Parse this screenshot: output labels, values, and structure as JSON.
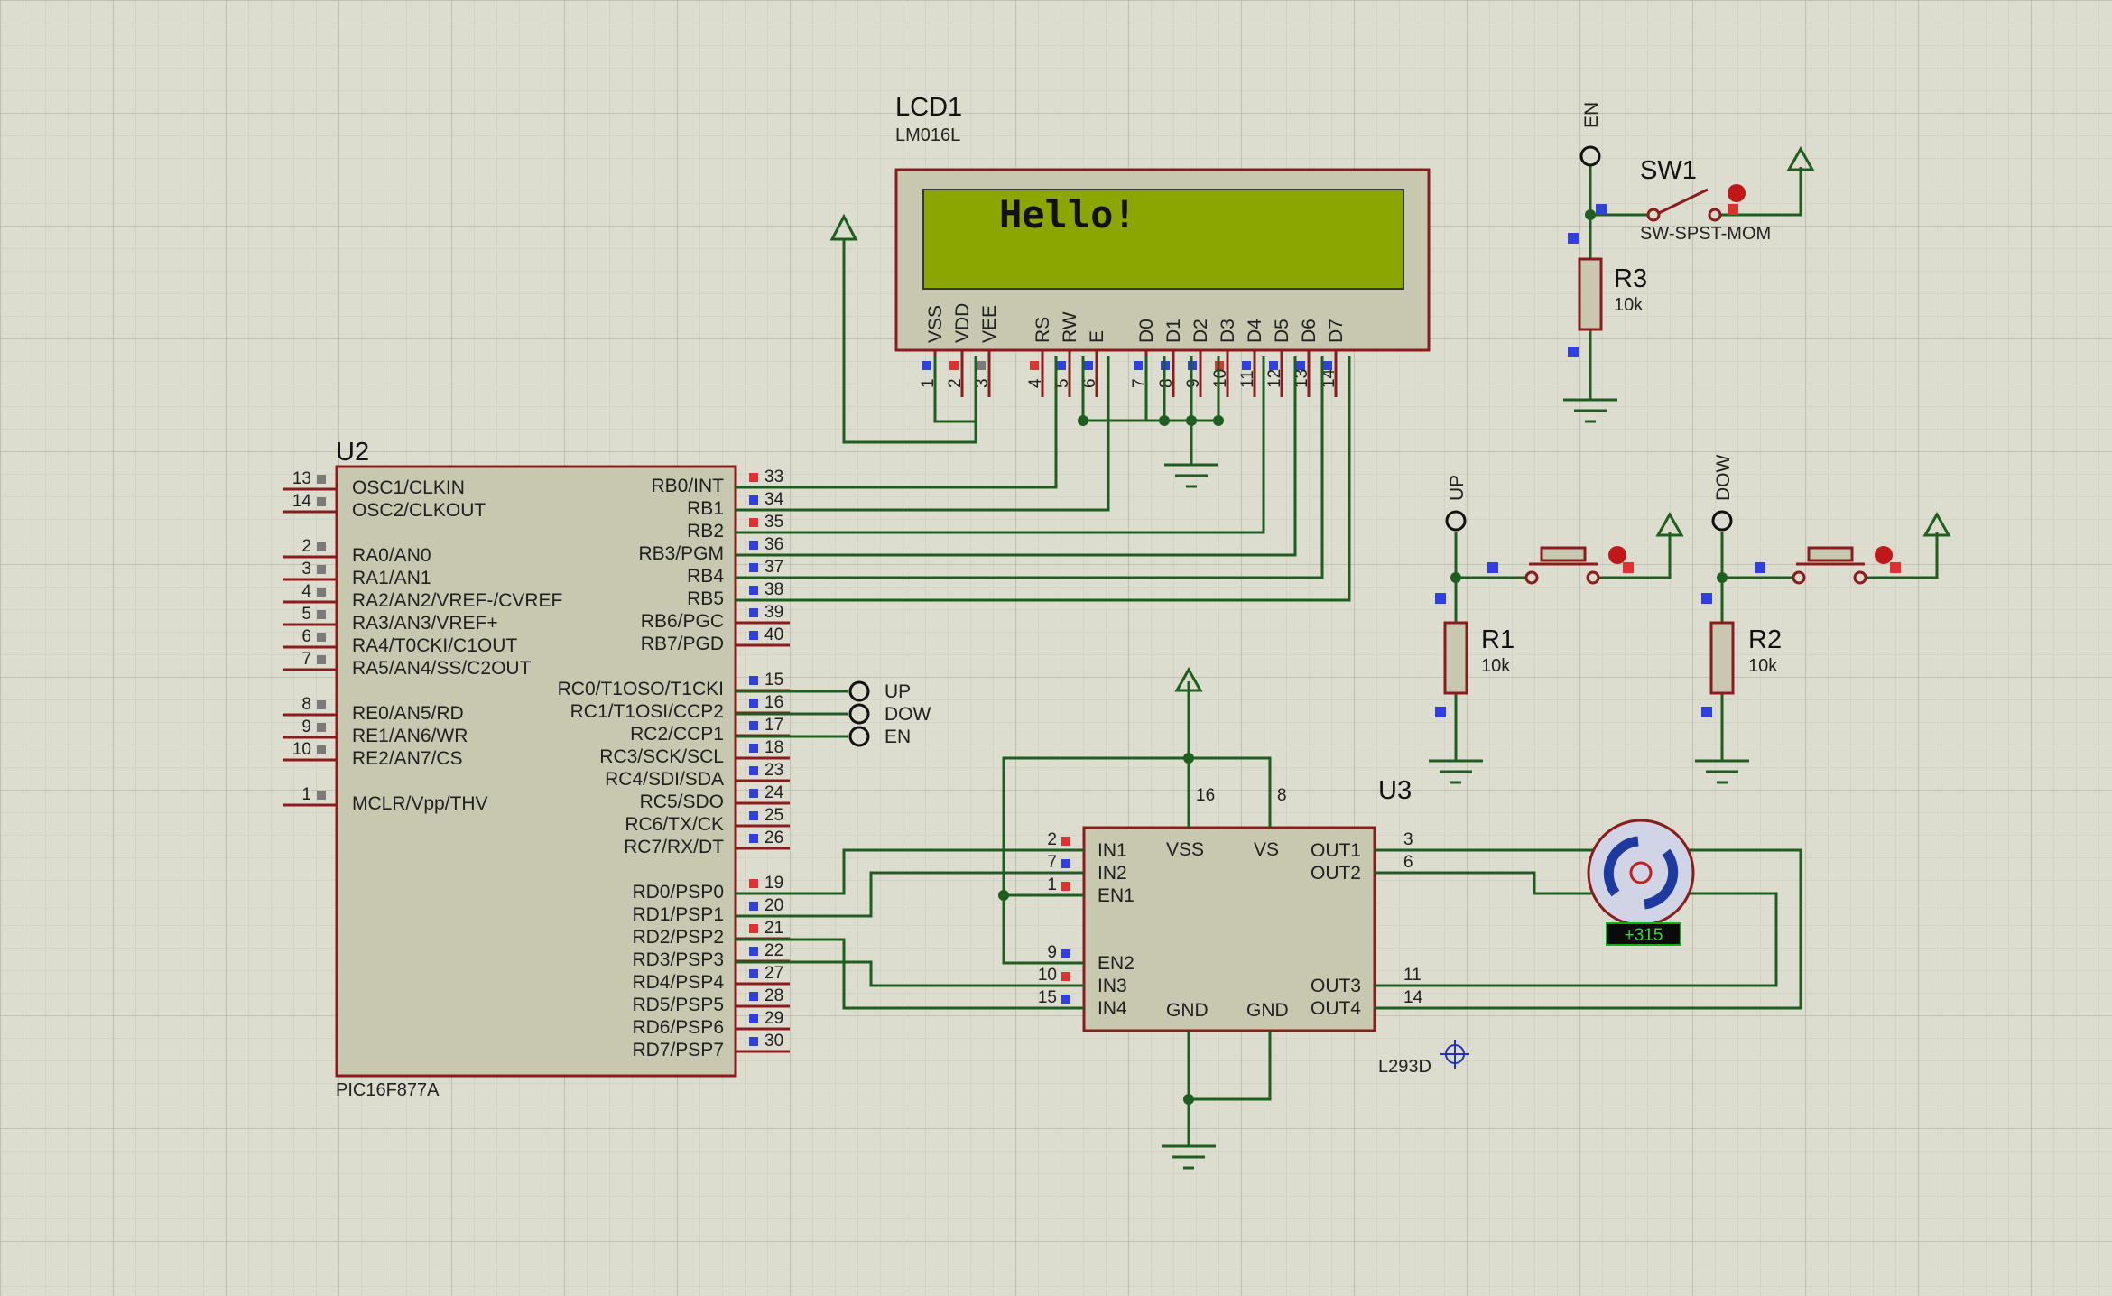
{
  "lcd": {
    "ref": "LCD1",
    "part": "LM016L",
    "display_text": "Hello!",
    "pins": [
      "VSS",
      "VDD",
      "VEE",
      "RS",
      "RW",
      "E",
      "D0",
      "D1",
      "D2",
      "D3",
      "D4",
      "D5",
      "D6",
      "D7"
    ],
    "pin_nums": [
      "1",
      "2",
      "3",
      "4",
      "5",
      "6",
      "7",
      "8",
      "9",
      "10",
      "11",
      "12",
      "13",
      "14"
    ]
  },
  "mcu": {
    "ref": "U2",
    "part": "PIC16F877A",
    "left_pins": [
      {
        "num": "13",
        "name": "OSC1/CLKIN"
      },
      {
        "num": "14",
        "name": "OSC2/CLKOUT"
      },
      {
        "num": "2",
        "name": "RA0/AN0"
      },
      {
        "num": "3",
        "name": "RA1/AN1"
      },
      {
        "num": "4",
        "name": "RA2/AN2/VREF-/CVREF"
      },
      {
        "num": "5",
        "name": "RA3/AN3/VREF+"
      },
      {
        "num": "6",
        "name": "RA4/T0CKI/C1OUT"
      },
      {
        "num": "7",
        "name": "RA5/AN4/SS/C2OUT"
      },
      {
        "num": "8",
        "name": "RE0/AN5/RD"
      },
      {
        "num": "9",
        "name": "RE1/AN6/WR"
      },
      {
        "num": "10",
        "name": "RE2/AN7/CS"
      },
      {
        "num": "1",
        "name": "MCLR/Vpp/THV"
      }
    ],
    "right_pins": [
      {
        "num": "33",
        "name": "RB0/INT"
      },
      {
        "num": "34",
        "name": "RB1"
      },
      {
        "num": "35",
        "name": "RB2"
      },
      {
        "num": "36",
        "name": "RB3/PGM"
      },
      {
        "num": "37",
        "name": "RB4"
      },
      {
        "num": "38",
        "name": "RB5"
      },
      {
        "num": "39",
        "name": "RB6/PGC"
      },
      {
        "num": "40",
        "name": "RB7/PGD"
      },
      {
        "num": "15",
        "name": "RC0/T1OSO/T1CKI"
      },
      {
        "num": "16",
        "name": "RC1/T1OSI/CCP2"
      },
      {
        "num": "17",
        "name": "RC2/CCP1"
      },
      {
        "num": "18",
        "name": "RC3/SCK/SCL"
      },
      {
        "num": "23",
        "name": "RC4/SDI/SDA"
      },
      {
        "num": "24",
        "name": "RC5/SDO"
      },
      {
        "num": "25",
        "name": "RC6/TX/CK"
      },
      {
        "num": "26",
        "name": "RC7/RX/DT"
      },
      {
        "num": "19",
        "name": "RD0/PSP0"
      },
      {
        "num": "20",
        "name": "RD1/PSP1"
      },
      {
        "num": "21",
        "name": "RD2/PSP2"
      },
      {
        "num": "22",
        "name": "RD3/PSP3"
      },
      {
        "num": "27",
        "name": "RD4/PSP4"
      },
      {
        "num": "28",
        "name": "RD5/PSP5"
      },
      {
        "num": "29",
        "name": "RD6/PSP6"
      },
      {
        "num": "30",
        "name": "RD7/PSP7"
      }
    ]
  },
  "terminals": {
    "up": "UP",
    "dow": "DOW",
    "en": "EN"
  },
  "driver": {
    "ref": "U3",
    "part": "L293D",
    "left_pins": [
      {
        "num": "2",
        "name": "IN1"
      },
      {
        "num": "7",
        "name": "IN2"
      },
      {
        "num": "1",
        "name": "EN1"
      },
      {
        "num": "9",
        "name": "EN2"
      },
      {
        "num": "10",
        "name": "IN3"
      },
      {
        "num": "15",
        "name": "IN4"
      }
    ],
    "right_pins": [
      {
        "num": "3",
        "name": "OUT1"
      },
      {
        "num": "6",
        "name": "OUT2"
      },
      {
        "num": "11",
        "name": "OUT3"
      },
      {
        "num": "14",
        "name": "OUT4"
      }
    ],
    "top_pins": [
      {
        "num": "16",
        "name": "VSS"
      },
      {
        "num": "8",
        "name": "VS"
      }
    ],
    "bottom_labels": [
      "GND",
      "GND"
    ]
  },
  "motor": {
    "readout": "+315"
  },
  "switch": {
    "ref": "SW1",
    "part": "SW-SPST-MOM"
  },
  "resistors": [
    {
      "ref": "R1",
      "value": "10k"
    },
    {
      "ref": "R2",
      "value": "10k"
    },
    {
      "ref": "R3",
      "value": "10k"
    }
  ],
  "colors": {
    "background": "#dcdccf",
    "grid": "#c4c4b8",
    "wire": "#1e5e1e",
    "body": "#c8c8b0",
    "outline": "#8a1c1c",
    "lcd_screen": "#8ca600",
    "pin_red": "#e03030",
    "pin_blue": "#3040e0"
  }
}
